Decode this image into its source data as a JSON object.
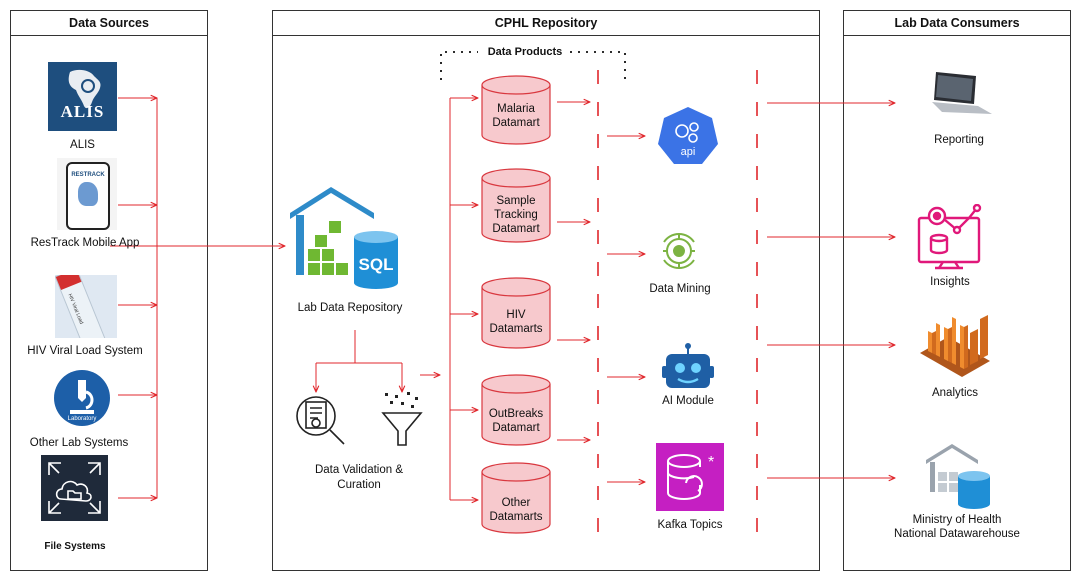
{
  "panels": {
    "sources": "Data Sources",
    "repository": "CPHL Repository",
    "consumers": "Lab Data Consumers"
  },
  "sources": {
    "alis_logo": "ALIS",
    "alis": "ALIS",
    "restrack_logo": "RESTRACK",
    "restrack": "ResTrack Mobile App",
    "hiv_tube": "HIV Viral Load",
    "hiv": "HIV Viral Load System",
    "lab_badge": "Laboratory",
    "other_lab": "Other Lab Systems",
    "files": "File Systems"
  },
  "repository": {
    "sql_badge": "SQL",
    "lab_repo": "Lab Data Repository",
    "validation_line1": "Data Validation &",
    "validation_line2": "Curation",
    "data_products": "Data Products",
    "datamarts": [
      {
        "line1": "Malaria",
        "line2": "Datamart",
        "line3": ""
      },
      {
        "line1": "Sample",
        "line2": "Tracking",
        "line3": "Datamart"
      },
      {
        "line1": "HIV",
        "line2": "Datamarts",
        "line3": ""
      },
      {
        "line1": "OutBreaks",
        "line2": "Datamart",
        "line3": ""
      },
      {
        "line1": "Other",
        "line2": "Datamarts",
        "line3": ""
      }
    ],
    "api_badge": "api",
    "data_mining": "Data Mining",
    "ai_module": "AI Module",
    "kafka": "Kafka Topics"
  },
  "consumers": {
    "reporting": "Reporting",
    "insights": "Insights",
    "analytics": "Analytics",
    "moh_line1": "Ministry of Health",
    "moh_line2": "National Datawarehouse"
  },
  "colors": {
    "arrow": "#e0272c",
    "cylinder_fill": "#f7c9cd",
    "cylinder_stroke": "#d9383f",
    "aws_blue": "#3b73e6",
    "mining_green": "#7cb342",
    "kafka_magenta": "#c51fc2",
    "insights_pink": "#e0187a",
    "analytics_orange": "#e8812a",
    "sql_blue": "#1f8fd6",
    "warehouse_blue": "#2e8bc9",
    "warehouse_green": "#6fb832",
    "alis_blue": "#1e4e7e",
    "files_navy": "#1f2a3a"
  }
}
